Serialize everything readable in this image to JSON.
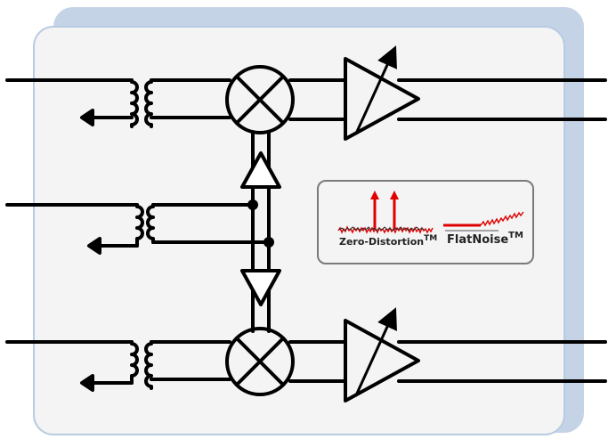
{
  "colors": {
    "panel_shadow": "#c4d3e6",
    "panel_border": "#b9cbe0",
    "panel_fill": "#f4f4f4",
    "wire": "#000000",
    "legend_fill": "#f4f4f4",
    "legend_border": "#7a7a7a",
    "accent_red": "#e00000"
  },
  "legend": {
    "zero_distortion": {
      "name": "Zero-Distortion",
      "mark": "TM"
    },
    "flat_noise": {
      "name": "FlatNoise",
      "mark": "TM"
    }
  },
  "icons": {
    "mixer": "mixer-icon",
    "amplifier": "variable-gain-amplifier-icon",
    "transformer": "transformer-icon",
    "ground": "ground-arrow-icon",
    "buffer": "buffer-triangle-icon"
  }
}
